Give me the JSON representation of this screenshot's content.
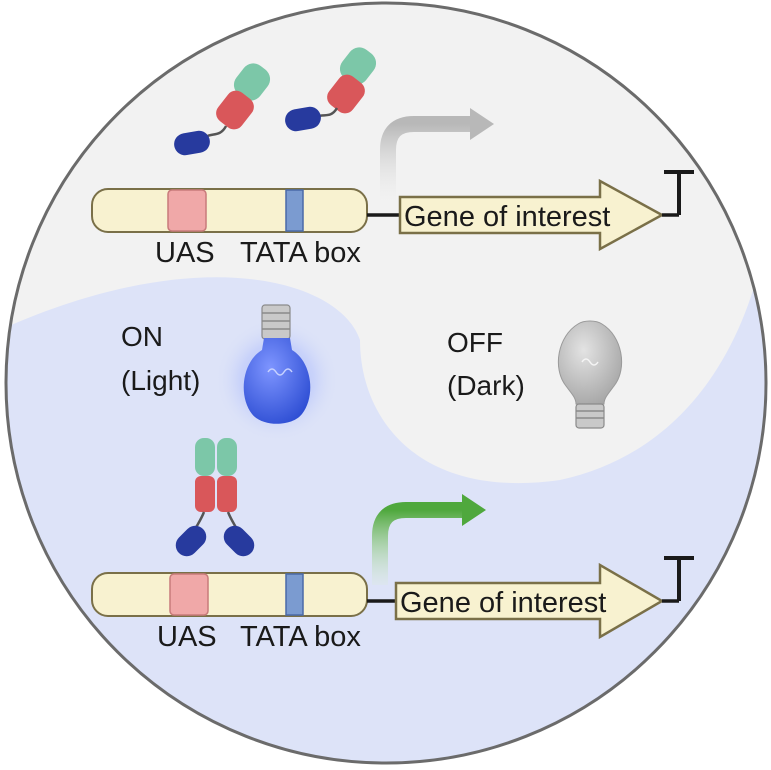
{
  "top_construct": {
    "uas_label": "UAS",
    "tata_label": "TATA box",
    "gene_label": "Gene of interest"
  },
  "bottom_construct": {
    "uas_label": "UAS",
    "tata_label": "TATA box",
    "gene_label": "Gene of interest"
  },
  "on_state": {
    "line1": "ON",
    "line2": "(Light)"
  },
  "off_state": {
    "line1": "OFF",
    "line2": "(Dark)"
  },
  "colors": {
    "dark_region": "#f2f2f2",
    "light_region": "#dde3f8",
    "dna_fill": "#f8f2d0",
    "dna_stroke": "#7a7048",
    "uas": "#f0a8a8",
    "tata": "#7b9bd0",
    "domain_teal": "#7cc7a8",
    "domain_red": "#d9575a",
    "domain_blue": "#273a9e",
    "arrow_active": "#4fa83d",
    "arrow_inactive": "#b8b8b8",
    "bulb_on": "#3f63e0",
    "bulb_off": "#b5b5b5"
  },
  "icons": [
    "light-bulb-on-icon",
    "light-bulb-off-icon",
    "transcription-arrow-icon",
    "terminator-icon"
  ]
}
